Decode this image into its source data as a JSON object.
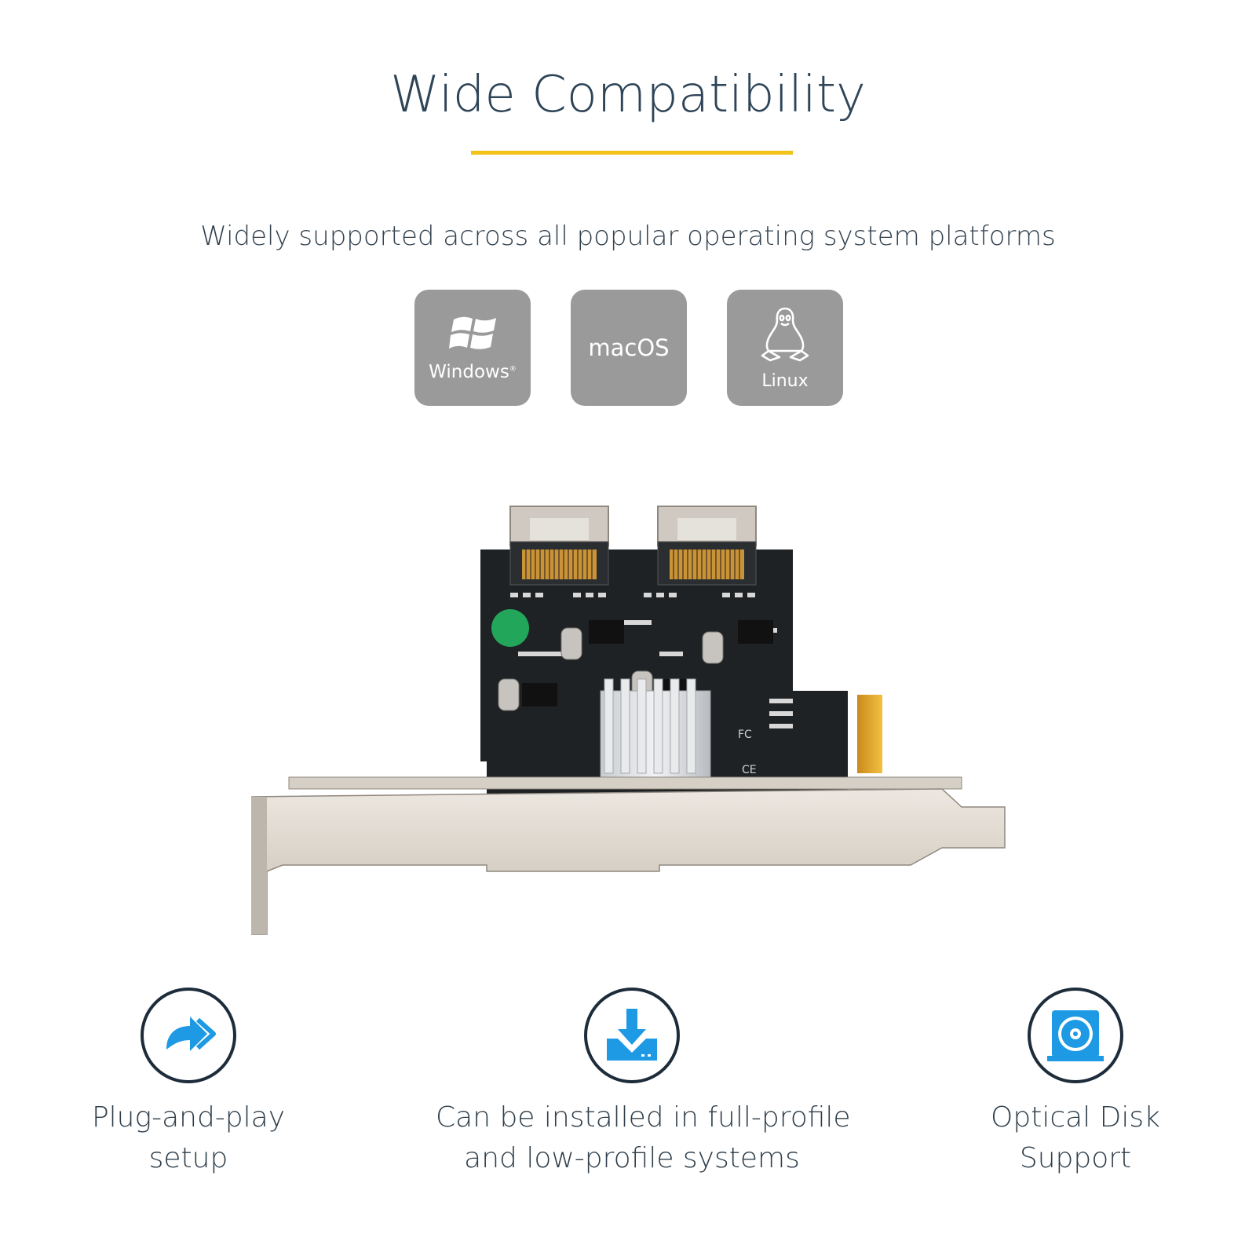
{
  "header": {
    "title": "Wide Compatibility",
    "subtitle": "Widely supported across all popular operating system platforms"
  },
  "os_tiles": [
    {
      "label": "Windows",
      "icon": "windows-logo-icon",
      "mark": "®"
    },
    {
      "label": "macOS",
      "icon": "none"
    },
    {
      "label": "Linux",
      "icon": "tux-penguin-icon"
    }
  ],
  "product": {
    "icon": "pcie-sata-controller-card-image"
  },
  "features": [
    {
      "icon": "forward-arrow-icon",
      "line1": "Plug-and-play",
      "line2": "setup"
    },
    {
      "icon": "download-drive-icon",
      "line1": "Can be installed in full-profile",
      "line2": "and low-profile systems"
    },
    {
      "icon": "optical-disk-icon",
      "line1": "Optical Disk",
      "line2": "Support"
    }
  ],
  "colors": {
    "accent_underline": "#f3c218",
    "icon_blue": "#1e9ae4",
    "tile_gray": "#9a9a9a",
    "text_dark": "#2e4457"
  }
}
